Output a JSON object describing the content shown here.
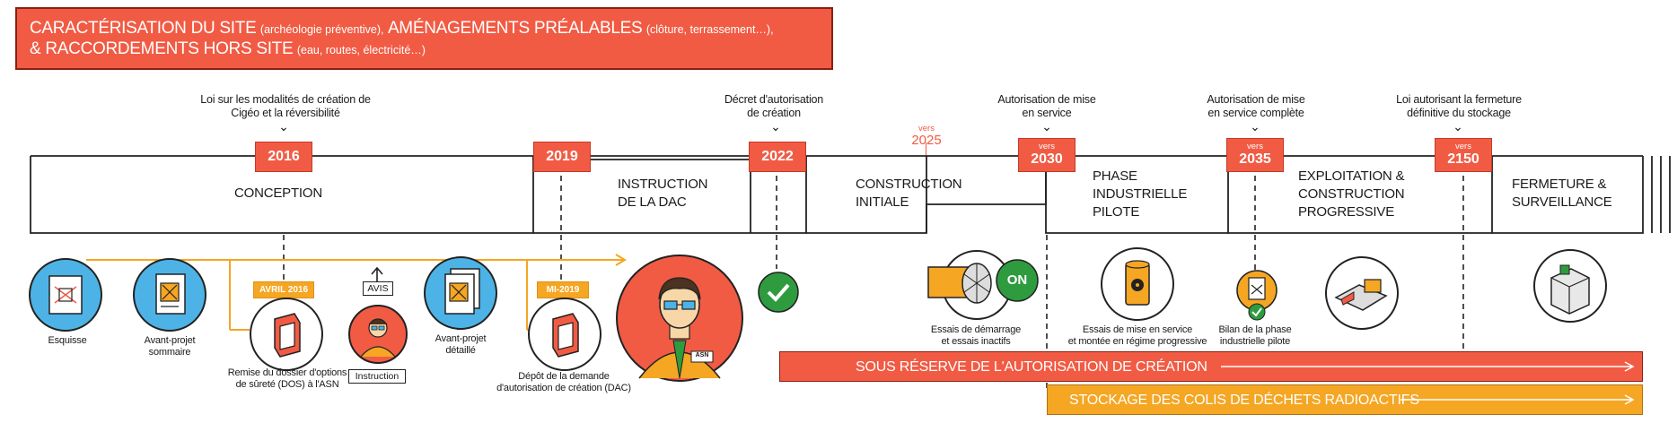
{
  "header": {
    "line1_big_a": "CARACTÉRISATION DU SITE",
    "line1_small_a": "(archéologie préventive),",
    "line1_big_b": "AMÉNAGEMENTS PRÉALABLES",
    "line1_small_b": "(clôture, terrassement…),",
    "line2_big": "& RACCORDEMENTS HORS SITE",
    "line2_small": "(eau, routes, électricité…)"
  },
  "laws": {
    "l2016": "Loi sur les modalités de création de Cigéo et la réversibilité",
    "l2022": "Décret d'autorisation de création",
    "l2030": "Autorisation de mise en service",
    "l2035": "Autorisation de mise en service complète",
    "l2150": "Loi autorisant la fermeture définitive du stockage"
  },
  "vers2025": {
    "vers": "vers",
    "year": "2025"
  },
  "years": {
    "y2016": "2016",
    "y2019": "2019",
    "y2022": "2022",
    "y2030": {
      "vers": "vers",
      "year": "2030"
    },
    "y2035": {
      "vers": "vers",
      "year": "2035"
    },
    "y2150": {
      "vers": "vers",
      "year": "2150"
    }
  },
  "phases": {
    "conception": "CONCEPTION",
    "instruction_l1": "INSTRUCTION",
    "instruction_l2": "DE LA DAC",
    "construction_l1": "CONSTRUCTION",
    "construction_l2": "INITIALE",
    "pilote_l1": "PHASE",
    "pilote_l2": "INDUSTRIELLE",
    "pilote_l3": "PILOTE",
    "exploitation_l1": "EXPLOITATION &",
    "exploitation_l2": "CONSTRUCTION",
    "exploitation_l3": "PROGRESSIVE",
    "fermeture_l1": "FERMETURE &",
    "fermeture_l2": "SURVEILLANCE"
  },
  "items": {
    "esquisse": "Esquisse",
    "avant_sommaire_l1": "Avant-projet",
    "avant_sommaire_l2": "sommaire",
    "avril2016": "AVRIL 2016",
    "dos_l1": "Remise du dossier d'options",
    "dos_l2": "de sûreté (DOS) à l'ASN",
    "avis": "AVIS",
    "instruction": "Instruction",
    "avant_detaille_l1": "Avant-projet",
    "avant_detaille_l2": "détaillé",
    "mi2019": "MI-2019",
    "dac_l1": "Dépôt de la demande",
    "dac_l2": "d'autorisation de création (DAC)",
    "asn": "ASN",
    "on": "ON",
    "essais_l1": "Essais de démarrage",
    "essais_l2": "et essais inactifs",
    "mise_l1": "Essais de mise en service",
    "mise_l2": "et montée en régime progressive",
    "bilan_l1": "Bilan de la phase",
    "bilan_l2": "industrielle pilote"
  },
  "bands": {
    "reserve": "SOUS RÉSERVE DE L'AUTORISATION DE CRÉATION",
    "stockage": "STOCKAGE DES COLIS DE DÉCHETS RADIOACTIFS"
  },
  "colors": {
    "red": "#f15b44",
    "orange": "#f5a623",
    "blue": "#4db3e6",
    "green": "#2e9b3f"
  }
}
